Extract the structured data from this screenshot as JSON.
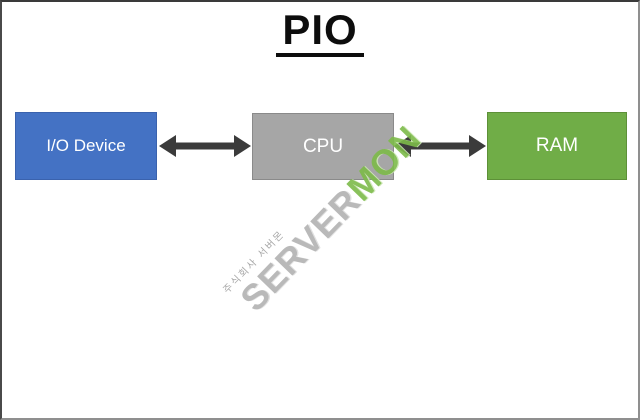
{
  "title": "PIO",
  "diagram": {
    "boxes": [
      {
        "id": "io-device",
        "label": "I/O Device",
        "fill": "#4472C4",
        "border": "#3A62AD",
        "text_color": "#FFFFFF"
      },
      {
        "id": "cpu",
        "label": "CPU",
        "fill": "#A6A6A6",
        "border": "#8A8A8A",
        "text_color": "#FFFFFF"
      },
      {
        "id": "ram",
        "label": "RAM",
        "fill": "#70AD47",
        "border": "#5D9038",
        "text_color": "#FFFFFF"
      }
    ],
    "arrows": [
      {
        "id": "arrow-io-cpu",
        "type": "bidirectional",
        "color": "#3B3B3B"
      },
      {
        "id": "arrow-cpu-ram",
        "type": "bidirectional",
        "color": "#3B3B3B"
      }
    ]
  },
  "watermark": {
    "company_korean": "주식회사 서버몬",
    "logo_part1": "SERVER",
    "logo_part2": "MON",
    "logo_part1_color": "#B2B2B2",
    "logo_part2_color": "#7DBB4A"
  }
}
